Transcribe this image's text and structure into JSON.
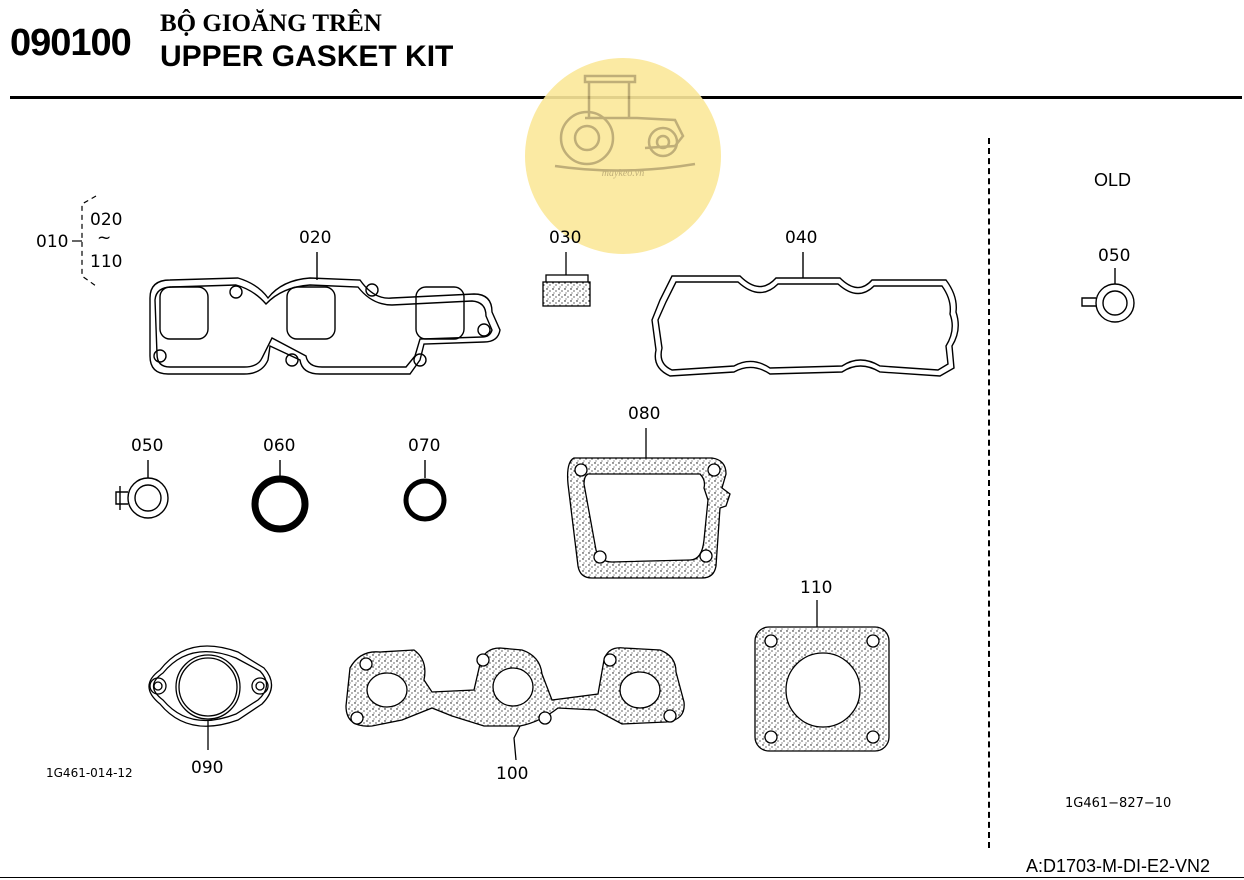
{
  "header": {
    "code": "090100",
    "title_vn": "BỘ GIOĂNG TRÊN",
    "title_en": "UPPER GASKET KIT"
  },
  "logo": {
    "icon": "tractor-icon",
    "text": "maykeo.vn"
  },
  "range_label": {
    "parent": "010",
    "from": "020",
    "tilde": "~",
    "to": "110"
  },
  "parts": [
    {
      "no": "020"
    },
    {
      "no": "030"
    },
    {
      "no": "040"
    },
    {
      "no": "050"
    },
    {
      "no": "060"
    },
    {
      "no": "070"
    },
    {
      "no": "080"
    },
    {
      "no": "090"
    },
    {
      "no": "100"
    },
    {
      "no": "110"
    }
  ],
  "old_section": {
    "label": "OLD",
    "part": "050",
    "ref": "1G461−827−10"
  },
  "figure_ref": "1G461-014-12",
  "footer_ref": "A:D1703-M-DI-E2-VN2"
}
